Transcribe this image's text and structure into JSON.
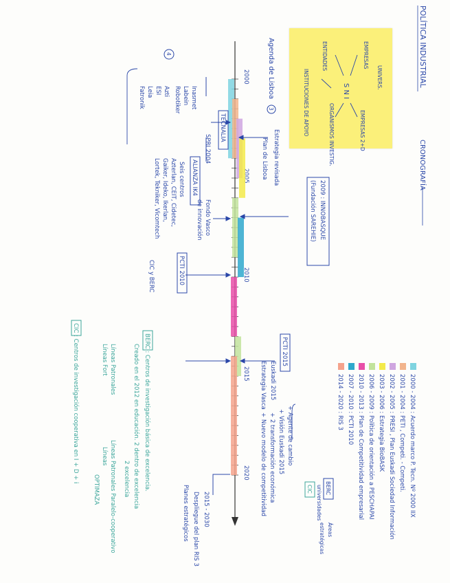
{
  "title": "POLÍTICA INDUSTRIAL",
  "subtitle": "CRONOGRAFÍA",
  "sticky": {
    "center": "S N I",
    "nodes": [
      "ENTIDADES",
      "EMPRESAS",
      "UNIVERS.",
      "EMPRESAS 2+D",
      "ORGANISMOS INVESTIG.",
      "INSTITUCIONES DE APOYO"
    ]
  },
  "legend": [
    {
      "label": "2000 - 2004 : Acuerdo marco P. Tecn. Nº 2000 IIX",
      "color": "#7fd4e0"
    },
    {
      "label": "2001 - 2004 : PETI , Competi. - Competi.",
      "color": "#f2b48c"
    },
    {
      "label": "2002 - 2005 : PRESI , Plan Euskadi Sociedad Información",
      "color": "#cfa6e0"
    },
    {
      "label": "2003 - 2006 : Estrategia BioBASK",
      "color": "#f3ea4a"
    },
    {
      "label": "2006 - 2009 : Política de orientación a PESCHAPAI",
      "color": "#c2e39c"
    },
    {
      "label": "2010 - 2013 : Plan de Competitividad empresarial",
      "color": "#e84fa8"
    },
    {
      "label": "2007 - 2010 : PCTI 2010",
      "color": "#2fa8cc"
    },
    {
      "label": "2014 - 2020 : RIS 3",
      "color": "#f5a38c"
    }
  ],
  "timeline": {
    "years": [
      "2000",
      "2005",
      "2010",
      "2015",
      "2020"
    ]
  },
  "items": {
    "agenda": "Agenda de Lisboa",
    "agenda_num": "3",
    "estrategia": "Estrategia revisada",
    "plan": "Plan de Lisboa",
    "y2009": "2009 : INNOBASQUE",
    "y2009b": "(Fundación SAREHIE)",
    "tecnalia": "TECNALIA",
    "tecnalia_items": [
      "Inasmet",
      "Labein",
      "Robotiker"
    ],
    "num_circle": "4",
    "list_left": [
      "Azti",
      "ESI",
      "Leia",
      "Fatronik"
    ],
    "spri": "SPRI 2004",
    "alianza": "ALIANZA IK4",
    "alianza_items": [
      "Seis centros",
      "Azterlan, CEIT, Cidetec,",
      "Gaiker, Ideko, Ikerlan,",
      "Lortek, Tekniker, Vicomtech"
    ],
    "fondo": "Fondo Vasco",
    "fondo2": "de innovación",
    "pcti2010": "PCTI 2010",
    "cic": "CIC y BERC",
    "pcti2015": "PCTI 2015",
    "euskadi": "Euskadi 2015",
    "euskadi2": "Estrategia Vasca",
    "pcti_note": [
      "+ Agente de cambio",
      "+ Visión Euskadi 2015",
      "+ 2 transformación económica",
      "+ Nuevo modelo de competitividad"
    ],
    "berc_label": "BERC",
    "berc_uni": "universidades",
    "cic_label": "CIC",
    "areas": "Áreas",
    "areas2": "estratégicas",
    "y2030": "2015 - 2030",
    "y2030b": "Despliegue del plan RIS 3",
    "y2030c": "Planes estratégicos",
    "berc_def": "BERC : Centros de investigación básica de excelencia.",
    "berc_def2": "Creado en el 2012 en educación. 2 dentro de excelencia",
    "berc_def3": "2 excelencia",
    "lines_a": "Líneas Patronales",
    "lines_b": "Líneas Fort",
    "lines_c": "Líneas Patronales Paralelo-cooperativo",
    "lines_d": "Líneas",
    "lines_e": "OPTIMAZA",
    "cic_def": "CIC : Centros de investigación cooperativa en I + D + i"
  }
}
